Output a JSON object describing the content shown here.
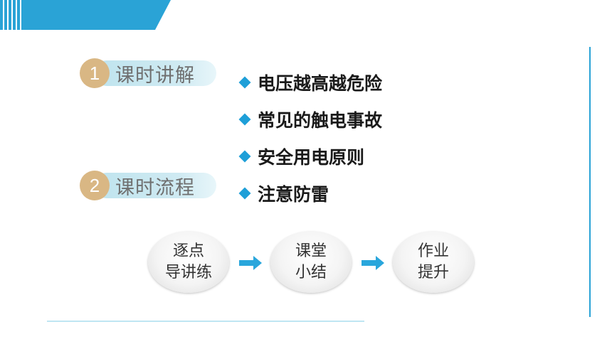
{
  "sections": [
    {
      "number": "1",
      "label": "课时讲解"
    },
    {
      "number": "2",
      "label": "课时流程"
    }
  ],
  "topics": [
    "电压越高越危险",
    "常见的触电事故",
    "安全用电原则",
    "注意防雷"
  ],
  "flow": [
    {
      "line1": "逐点",
      "line2": "导讲练"
    },
    {
      "line1": "课堂",
      "line2": "小结"
    },
    {
      "line1": "作业",
      "line2": "提升"
    }
  ],
  "colors": {
    "accent_blue": "#1e9fd8",
    "badge_gold": "#d9b784",
    "pill_bg": "#cfeaf2",
    "arrow_blue": "#29a6dc"
  },
  "icons": {
    "bullet": "diamond-bullet-icon",
    "flow_arrow": "right-arrow-icon"
  }
}
